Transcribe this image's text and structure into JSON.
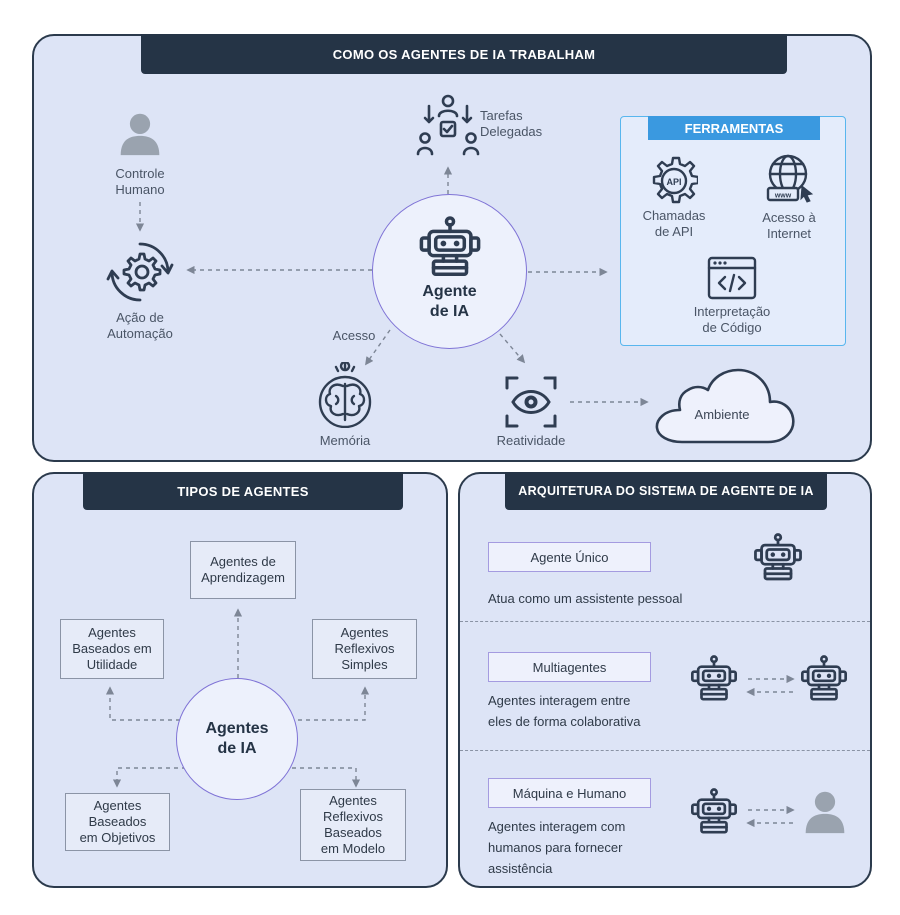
{
  "top": {
    "title": "COMO OS AGENTES DE IA TRABALHAM",
    "human_control": "Controle\nHumano",
    "automation": "Ação de\nAutomação",
    "delegated_tasks": "Tarefas\nDelegadas",
    "agent": "Agente\nde IA",
    "access": "Acesso",
    "memory": "Memória",
    "reactivity": "Reatividade",
    "environment": "Ambiente",
    "tools": {
      "title": "FERRAMENTAS",
      "api_badge": "API",
      "www_badge": "www",
      "api_calls": "Chamadas\nde API",
      "internet_access": "Acesso à\nInternet",
      "code_interpretation": "Interpretação\nde Código"
    }
  },
  "types": {
    "title": "TIPOS DE AGENTES",
    "center": "Agentes\nde IA",
    "learning": "Agentes de\nAprendizagem",
    "utility": "Agentes\nBaseados em\nUtilidade",
    "simple_reflex": "Agentes\nReflexivos\nSimples",
    "goal": "Agentes\nBaseados\nem Objetivos",
    "model_reflex": "Agentes\nReflexivos\nBaseados\nem Modelo"
  },
  "arch": {
    "title": "ARQUITETURA DO SISTEMA DE AGENTE DE IA",
    "single_label": "Agente Único",
    "single_desc": "Atua como um assistente pessoal",
    "multi_label": "Multiagentes",
    "multi_desc": "Agentes interagem entre\neles de forma colaborativa",
    "human_label": "Máquina e Humano",
    "human_desc": "Agentes interagem com\nhumanos para fornecer\nassistência"
  },
  "colors": {
    "panel_bg": "#dde4f6",
    "dark": "#253446",
    "accent_purple": "#7f73d6",
    "accent_blue": "#3a99e0",
    "icon": "#2f3d52"
  }
}
